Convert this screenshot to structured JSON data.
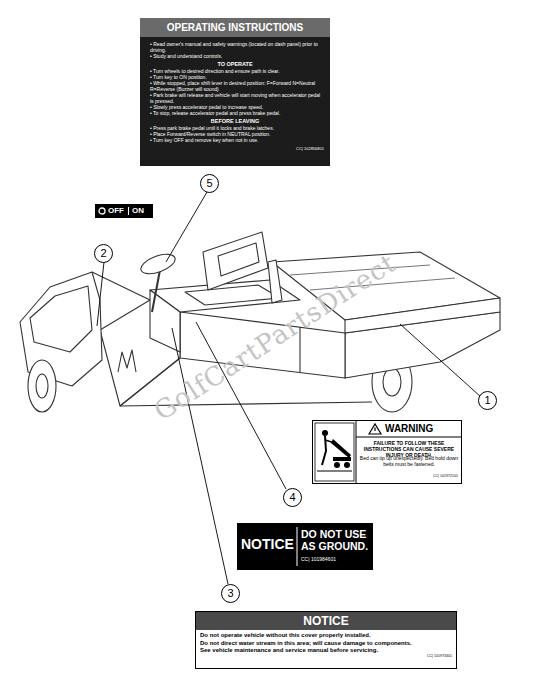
{
  "diagram": {
    "nodes": [
      {
        "text": [
          "OPERATING INSTRUCTIONS",
          "• Read owner's manual and safety warnings (located on dash panel) prior to driving.",
          "• Study and understand controls.",
          "TO OPERATE",
          "• Turn wheels to desired direction and ensure path is clear.",
          "• Turn key to ON position.",
          "• While stopped, place shift lever in desired position: F=Forward N=Neutral R=Reverse (Buzzer will sound)",
          "• Park brake will release and vehicle will start moving when accelerator pedal is pressed.",
          "• Slowly press accelerator pedal to increase speed.",
          "• To stop, release accelerator pedal and press brake pedal.",
          "BEFORE LEAVING",
          "• Press park brake pedal until it locks and brake latches.",
          "• Place Forward/Reverse switch in NEUTRAL position.",
          "• Turn key OFF and remove key when not in use.",
          "CC| 102856801"
        ]
      },
      {
        "text": [
          "5"
        ]
      },
      {
        "text": [
          "OFF",
          "ON"
        ]
      },
      {
        "text": [
          "2"
        ]
      },
      {
        "text": [
          "1"
        ]
      },
      {
        "text": [
          "WARNING",
          "FAILURE TO FOLLOW THESE INSTRUCTIONS CAN CAUSE SEVERE INJURY OR DEATH.",
          "Bed can tip up unexpectedly. Bed hold down belts must be fastened.",
          "CC| 101972101"
        ]
      },
      {
        "text": [
          "4"
        ]
      },
      {
        "text": [
          "NOTICE",
          "DO NOT USE AS GROUND.",
          "CC| 101984601"
        ]
      },
      {
        "text": [
          "3"
        ]
      },
      {
        "text": [
          "NOTICE",
          "Do not operate vehicle without this cover properly installed.",
          "Do not direct water stream in this area; will cause damage to components.",
          "See vehicle maintenance and service manual before servicing.",
          "CC| 101973301"
        ]
      }
    ],
    "labels": [
      "GolfCartPartsDirect"
    ]
  }
}
